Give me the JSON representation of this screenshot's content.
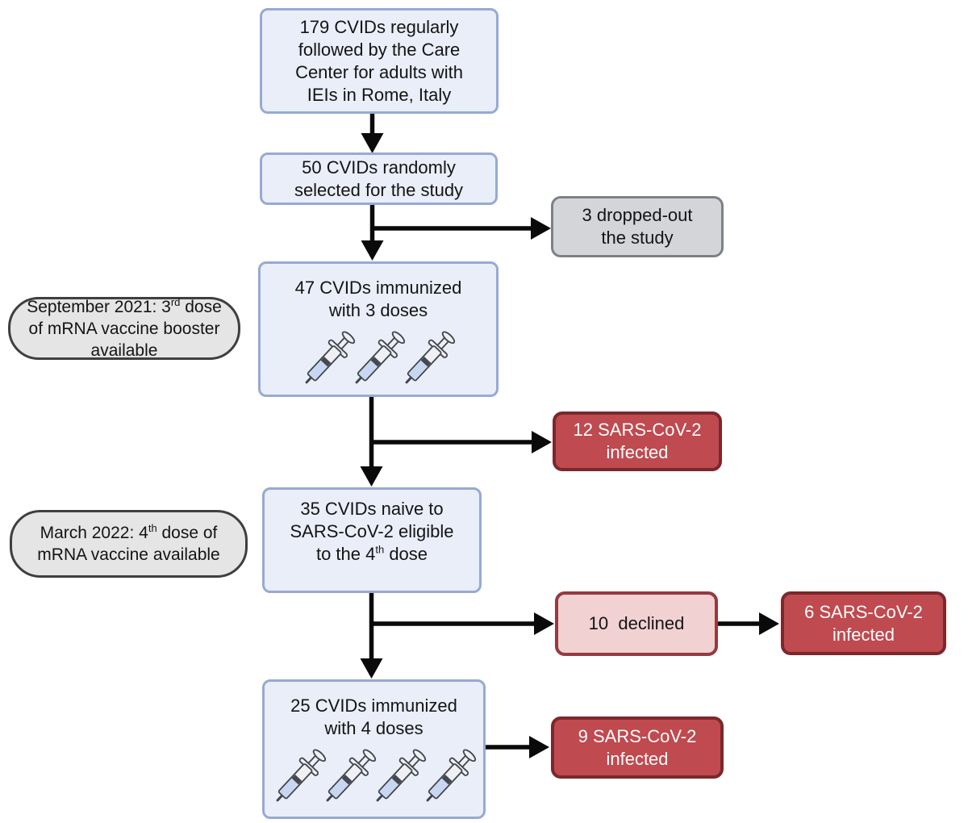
{
  "colors": {
    "blue_fill": "#e9eef9",
    "blue_border": "#97aad2",
    "gray_fill": "#d3d5d8",
    "gray_border": "#7d8185",
    "note_fill": "#e5e5e6",
    "note_border": "#3e3f41",
    "red_fill": "#bf4a4f",
    "red_border": "#7b282c",
    "pink_fill": "#f1d1d2",
    "pink_border": "#953a3f",
    "arrow": "#0a0a0a",
    "text_dark": "#141414",
    "text_light": "#fdfdfd",
    "syringe_outline": "#41464d",
    "syringe_body": "#eef0f3",
    "syringe_liquid": "#c7d7f2",
    "syringe_seal": "#45494f"
  },
  "nodes": {
    "population": {
      "line1": "179 CVIDs regularly",
      "line2": "followed by the Care",
      "line3": "Center for adults with",
      "line4": "IEIs in Rome, Italy"
    },
    "selected": {
      "line1": "50 CVIDs randomly",
      "line2": "selected for the study"
    },
    "dropped_out": {
      "line1": "3 dropped-out",
      "line2": "the study"
    },
    "immunized_3": {
      "line1": "47 CVIDs immunized",
      "line2": "with 3 doses",
      "syringes": 3
    },
    "note_september": {
      "line1_pre": "September 2021: 3",
      "line1_sup": "rd",
      "line1_post": " dose",
      "line2": "of mRNA vaccine booster",
      "line3": "available"
    },
    "infected_12": {
      "line1": "12 SARS-CoV-2",
      "line2": "infected"
    },
    "naive": {
      "line1": "35 CVIDs naive to",
      "line2": "SARS-CoV-2 eligible",
      "line3_pre": "to the 4",
      "line3_sup": "th",
      "line3_post": " dose"
    },
    "note_march": {
      "line1_pre": "March 2022: 4",
      "line1_sup": "th",
      "line1_post": " dose of",
      "line2": "mRNA vaccine available"
    },
    "declined": {
      "line1": "10  declined"
    },
    "infected_6": {
      "line1": "6 SARS-CoV-2",
      "line2": "infected"
    },
    "immunized_4": {
      "line1": "25 CVIDs immunized",
      "line2": "with 4 doses",
      "syringes": 4
    },
    "infected_9": {
      "line1": "9 SARS-CoV-2",
      "line2": "infected"
    }
  }
}
